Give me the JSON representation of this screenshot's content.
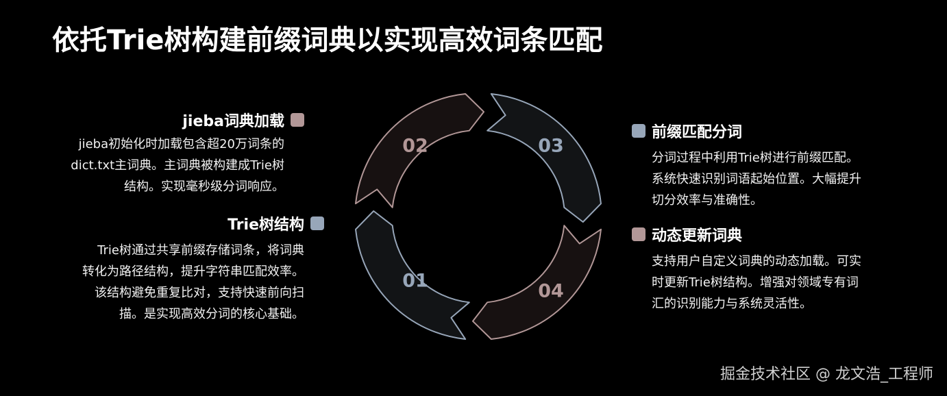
{
  "title": "依托Trie树构建前缀词典以实现高效词条匹配",
  "colors": {
    "rose": "#b29797",
    "slate": "#97a6b9",
    "seg_fill": "#121416",
    "seg_fill_warm": "#171111",
    "background": "#000000"
  },
  "left_blocks": [
    {
      "heading": "jieba词典加载",
      "color": "rose",
      "lines": [
        "jieba初始化时加载包含超20万词条的",
        "dict.txt主词典。主词典被构建成Trie树",
        "结构。实现毫秒级分词响应。"
      ]
    },
    {
      "heading": "Trie树结构",
      "color": "slate",
      "lines": [
        "Trie树通过共享前缀存储词条，将词典",
        "转化为路径结构，提升字符串匹配效率。",
        "该结构避免重复比对，支持快速前向扫",
        "描。是实现高效分词的核心基础。"
      ]
    }
  ],
  "right_blocks": [
    {
      "heading": "前缀匹配分词",
      "color": "slate",
      "lines": [
        "分词过程中利用Trie树进行前缀匹配。",
        "系统快速识别词语起始位置。大幅提升",
        "切分效率与准确性。"
      ]
    },
    {
      "heading": "动态更新词典",
      "color": "rose",
      "lines": [
        "支持用户自定义词典的动态加载。可实",
        "时更新Trie树结构。增强对领域专有词",
        "汇的识别能力与系统灵活性。"
      ]
    }
  ],
  "cycle": {
    "segments": [
      {
        "label": "01",
        "color": "slate"
      },
      {
        "label": "02",
        "color": "rose"
      },
      {
        "label": "03",
        "color": "slate"
      },
      {
        "label": "04",
        "color": "rose"
      }
    ]
  },
  "watermark": "掘金技术社区 @ 龙文浩_工程师"
}
